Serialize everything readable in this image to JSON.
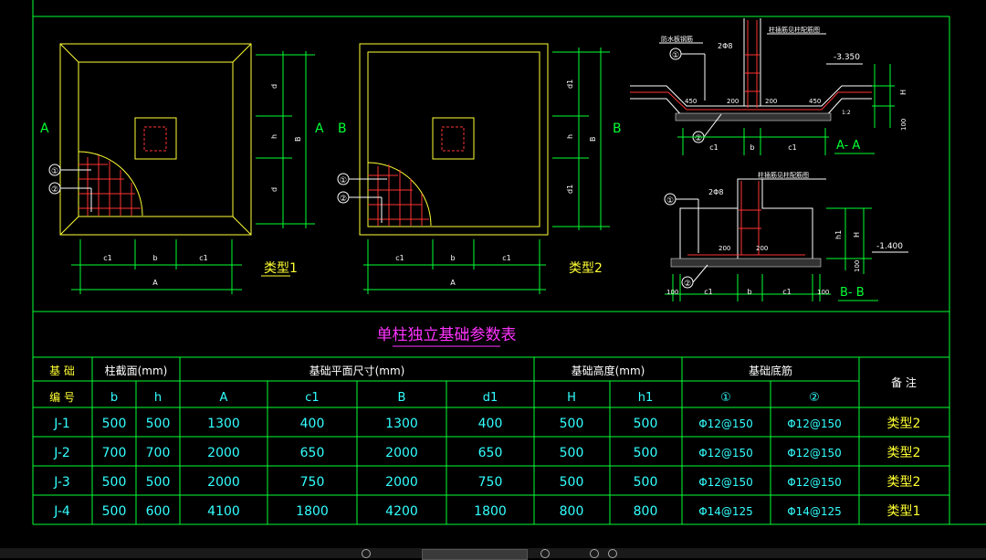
{
  "drawing": {
    "colors": {
      "frame": "#00ff33",
      "dim": "#00ff33",
      "outline": "#ffff33",
      "rebar": "#ff3333",
      "label_cyan": "#33ffff",
      "title_magenta": "#ff33ff",
      "text_white": "#ffffff",
      "table_text": "#ffff33"
    },
    "plan1": {
      "section_label": "A",
      "dims_h": [
        "d",
        "h",
        "d"
      ],
      "overall_h": "B",
      "dims_w": [
        "c1",
        "b",
        "c1"
      ],
      "overall_w": "A",
      "type_label": "类型1",
      "callouts": [
        "①",
        "②"
      ]
    },
    "plan2": {
      "section_label": "B",
      "dims_h": [
        "d1",
        "h",
        "d1"
      ],
      "overall_h": "B",
      "dims_w": [
        "c1",
        "b",
        "c1"
      ],
      "overall_w": "A",
      "type_label": "类型2",
      "callouts": [
        "①",
        "②"
      ]
    },
    "sectionA": {
      "note_top": "防水板钢筋",
      "note_right": "柱插筋见柱配筋图",
      "rebar_note": "2Φ8",
      "elev": "-3.350",
      "dim_450_l": "450",
      "dim_200_l": "200",
      "dim_200_r": "200",
      "dim_450_r": "450",
      "dims_w": [
        "c1",
        "b",
        "c1"
      ],
      "dim_H": "H",
      "dim_100": "100",
      "slope": "1:2",
      "callouts": [
        "①",
        "②"
      ],
      "title": "A- A"
    },
    "sectionB": {
      "note_right": "柱插筋见柱配筋图",
      "rebar_note": "2Φ8",
      "elev": "-1.400",
      "dim_200_l": "200",
      "dim_200_r": "200",
      "dims_w": [
        "100",
        "c1",
        "b",
        "c1",
        "100"
      ],
      "dim_h1": "h1",
      "dim_H": "H",
      "dim_100": "100",
      "callouts": [
        "①",
        "②"
      ],
      "title": "B- B"
    },
    "table": {
      "title": "单柱独立基础参数表",
      "head1": [
        "基 础",
        "柱截面(mm)",
        "基础平面尺寸(mm)",
        "基础高度(mm)",
        "基础底筋",
        "备 注"
      ],
      "head2": [
        "编 号",
        "b",
        "h",
        "A",
        "c1",
        "B",
        "d1",
        "H",
        "h1",
        "①",
        "②"
      ],
      "rows": [
        [
          "J-1",
          "500",
          "500",
          "1300",
          "400",
          "1300",
          "400",
          "500",
          "500",
          "Φ12@150",
          "Φ12@150",
          "类型2"
        ],
        [
          "J-2",
          "700",
          "700",
          "2000",
          "650",
          "2000",
          "650",
          "500",
          "500",
          "Φ12@150",
          "Φ12@150",
          "类型2"
        ],
        [
          "J-3",
          "500",
          "500",
          "2000",
          "750",
          "2000",
          "750",
          "500",
          "500",
          "Φ12@150",
          "Φ12@150",
          "类型2"
        ],
        [
          "J-4",
          "500",
          "600",
          "4100",
          "1800",
          "4200",
          "1800",
          "800",
          "800",
          "Φ14@125",
          "Φ14@125",
          "类型1"
        ]
      ]
    }
  }
}
